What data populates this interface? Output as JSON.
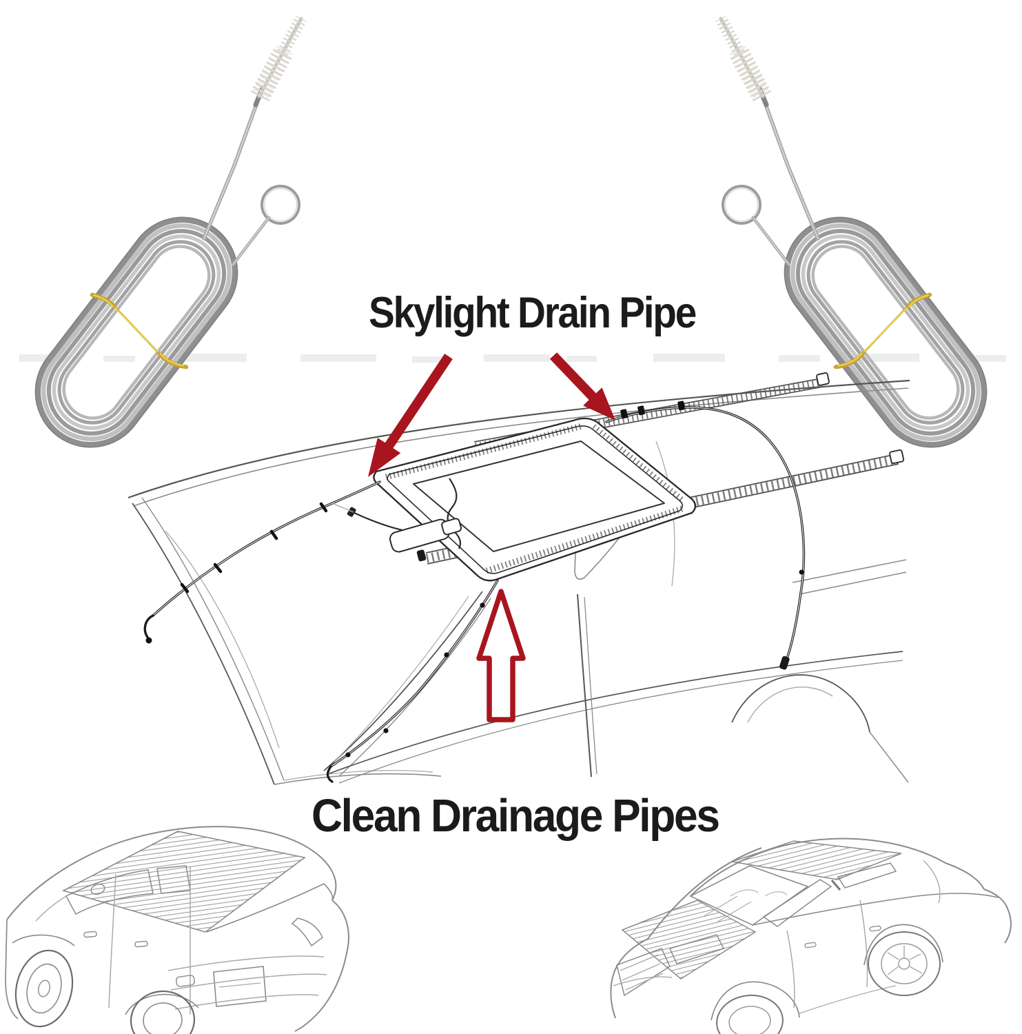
{
  "labels": {
    "top_title": "Skylight Drain Pipe",
    "bottom_title": "Clean Drainage Pipes"
  },
  "colors": {
    "arrow_red": "#a8151f",
    "tie_gold": "#c9a42f",
    "cable_silver": "#a9a9a9",
    "sketch_ink": "#2b2b2b",
    "sketch_pencil": "#8a8a8a",
    "background": "#ffffff"
  },
  "figures": {
    "top_left_tool": "coiled-flexible-drain-brush",
    "top_right_tool": "coiled-flexible-drain-brush-mirrored",
    "center_diagram": "car-sunroof-drain-pipe-diagram",
    "bottom_left_sketch": "hatchback-rear-line-sketch",
    "bottom_right_sketch": "sedan-front-line-sketch"
  }
}
